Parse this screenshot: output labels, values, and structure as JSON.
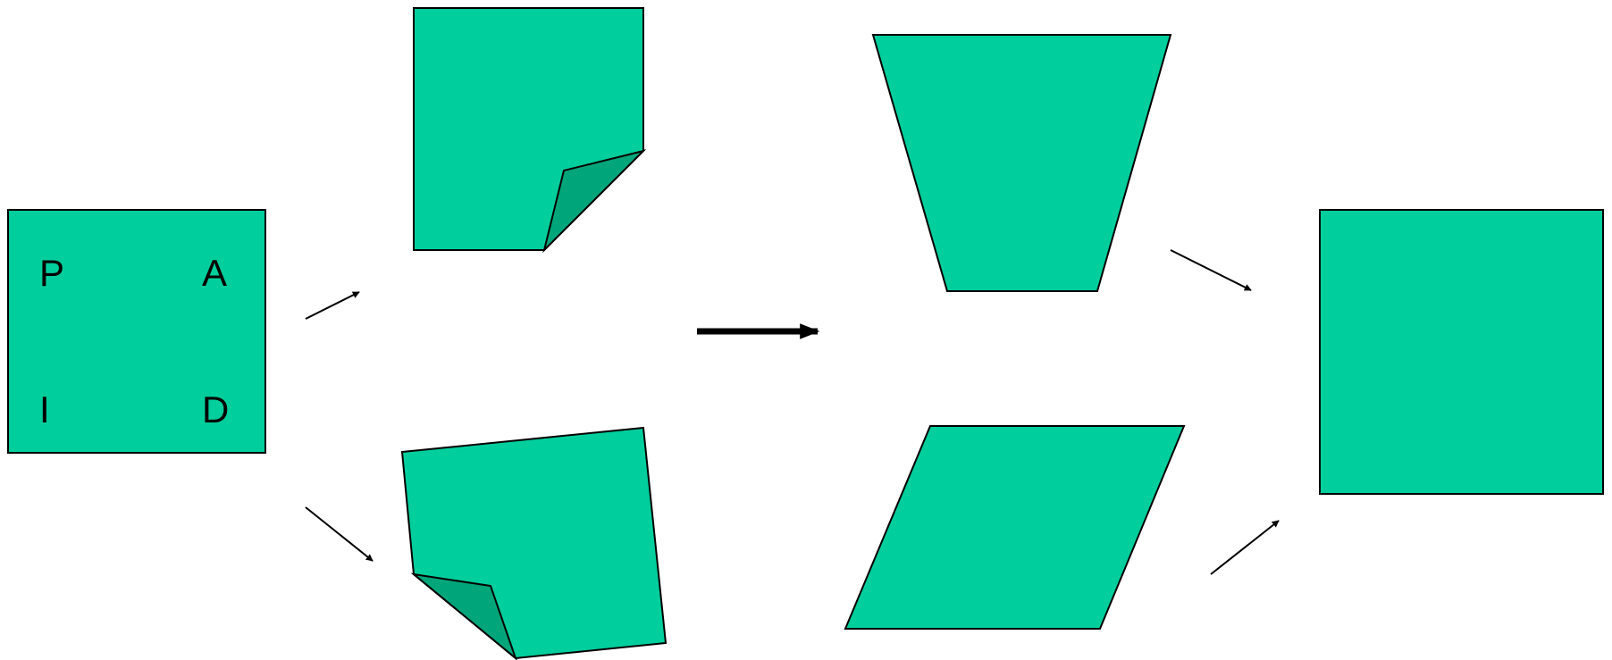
{
  "diagram": {
    "colors": {
      "fill": "#00ce9c",
      "fold": "#00a67a",
      "outline": "#000000",
      "background": "#ffffff"
    },
    "source_square": {
      "letters": {
        "top_left": "P",
        "top_right": "A",
        "bottom_left": "I",
        "bottom_right": "D"
      }
    }
  }
}
